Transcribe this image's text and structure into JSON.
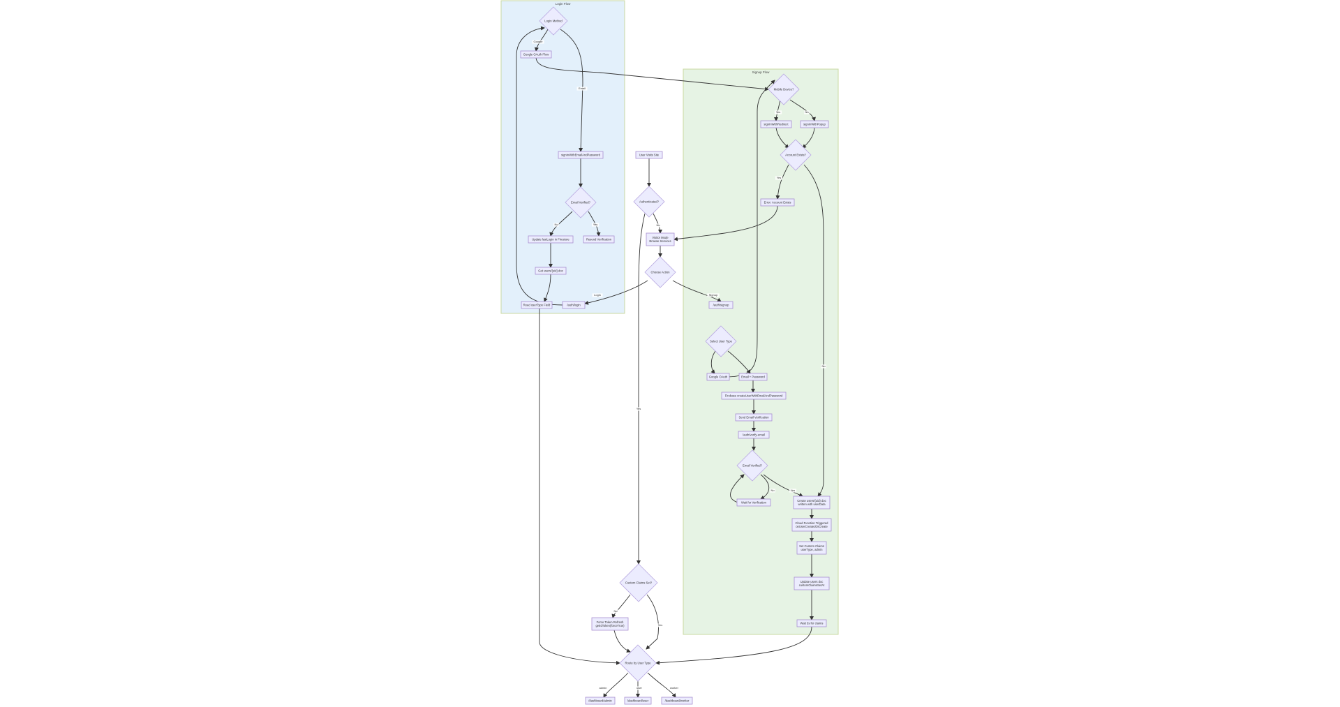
{
  "clusters": {
    "login": {
      "title": "Login Flow"
    },
    "signup": {
      "title": "Signup Flow"
    }
  },
  "nodes": {
    "user_visits": {
      "lines": [
        "User Visits Site"
      ]
    },
    "authenticated": {
      "lines": [
        "Authenticated?"
      ]
    },
    "visitor_mode": {
      "lines": [
        "Visitor Mode",
        "Browse Services"
      ]
    },
    "choose_action": {
      "lines": [
        "Choose Action"
      ]
    },
    "auth_login": {
      "lines": [
        "/auth/login"
      ]
    },
    "auth_signup": {
      "lines": [
        "/auth/signup"
      ]
    },
    "login_method": {
      "lines": [
        "Login Method"
      ]
    },
    "google_oauth_flow": {
      "lines": [
        "Google OAuth Flow"
      ]
    },
    "login_email_pw": {
      "lines": [
        "signInWithEmailAndPassword"
      ]
    },
    "email_verified_login": {
      "lines": [
        "Email Verified?"
      ]
    },
    "update_last_login": {
      "lines": [
        "Update lastLogin in Firestore"
      ]
    },
    "resend_verification": {
      "lines": [
        "Resend Verification"
      ]
    },
    "get_users_doc": {
      "lines": [
        "Get users/{uid} doc"
      ]
    },
    "read_user_type": {
      "lines": [
        "Read userType Field"
      ]
    },
    "mobile_device": {
      "lines": [
        "Mobile Device?"
      ]
    },
    "signin_redirect": {
      "lines": [
        "signInWithRedirect"
      ]
    },
    "signin_popup": {
      "lines": [
        "signInWithPopup"
      ]
    },
    "account_exists": {
      "lines": [
        "Account Exists?"
      ]
    },
    "error_account_exists": {
      "lines": [
        "Error: Account Exists"
      ]
    },
    "select_user_type": {
      "lines": [
        "Select User Type"
      ]
    },
    "google_oauth": {
      "lines": [
        "Google OAuth"
      ]
    },
    "email_password": {
      "lines": [
        "Email + Password"
      ]
    },
    "firebase_create": {
      "lines": [
        "Firebase createUserWithEmailAndPassword"
      ]
    },
    "send_email_verification": {
      "lines": [
        "Send Email Verification"
      ]
    },
    "auth_verify_email": {
      "lines": [
        "/auth/verify-email"
      ]
    },
    "email_verified_signup": {
      "lines": [
        "Email Verified?"
      ]
    },
    "wait_verification": {
      "lines": [
        "Wait for Verification"
      ]
    },
    "create_users_doc": {
      "lines": [
        "Create users/{uid} doc",
        "written with userData"
      ]
    },
    "cloud_function": {
      "lines": [
        "Cloud Function Triggered",
        "onUserCreatedOrCreate"
      ]
    },
    "set_custom_claims": {
      "lines": [
        "Set Custom Claims",
        "userType, admin"
      ]
    },
    "update_users_doc": {
      "lines": [
        "Update users doc",
        "customClaimsSetAt"
      ]
    },
    "wait_claims": {
      "lines": [
        "Wait 3s for claims"
      ]
    },
    "custom_claims_set": {
      "lines": [
        "Custom Claims Set?"
      ]
    },
    "force_token_refresh": {
      "lines": [
        "Force Token Refresh",
        "getIdToken(forceTrue)"
      ]
    },
    "route_user_type": {
      "lines": [
        "Route by User Type"
      ]
    },
    "dash_admin": {
      "lines": [
        "/dashboard/admin"
      ]
    },
    "dash_user": {
      "lines": [
        "/dashboard/user"
      ]
    },
    "dash_worker": {
      "lines": [
        "/dashboard/worker"
      ]
    }
  },
  "edge_labels": {
    "no_visitor": "No",
    "yes_claims": "Yes",
    "login": "Login",
    "signup": "Signup",
    "google": "Google",
    "email": "Email",
    "no_resend": "No",
    "yes_update": "Yes",
    "mobile_yes": "Yes",
    "mobile_no": "No",
    "exists_yes": "Yes",
    "exists_no": "No",
    "wait_no": "No",
    "verified_yes": "Yes",
    "claims_no": "No",
    "claims_yes": "Yes",
    "admin": "admin",
    "user": "user",
    "worker": "worker"
  }
}
